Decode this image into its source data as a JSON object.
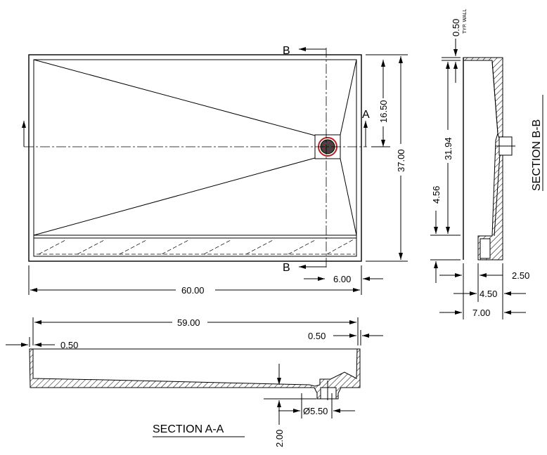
{
  "plan_view": {
    "section_a_label": "A",
    "section_b_label": "B",
    "dims": {
      "overall_length": "60.00",
      "overall_width": "37.00",
      "drain_from_back": "16.50",
      "drain_from_right": "6.00"
    }
  },
  "section_a": {
    "title": "SECTION A-A",
    "dims": {
      "inner_length": "59.00",
      "left_wall": "0.50",
      "right_wall": "0.50",
      "drain_diameter": "Ø5.50",
      "drain_depth": "2.00"
    }
  },
  "section_b": {
    "title": "SECTION B-B",
    "wall_note": "TYP. WALL",
    "dims": {
      "wall": "0.50",
      "inner_depth": "31.94",
      "bench_height": "4.56",
      "bench_step": "2.50",
      "bench_depth": "4.50",
      "overall_height": "7.00"
    }
  },
  "colors": {
    "drain_accent": "#b22222"
  }
}
